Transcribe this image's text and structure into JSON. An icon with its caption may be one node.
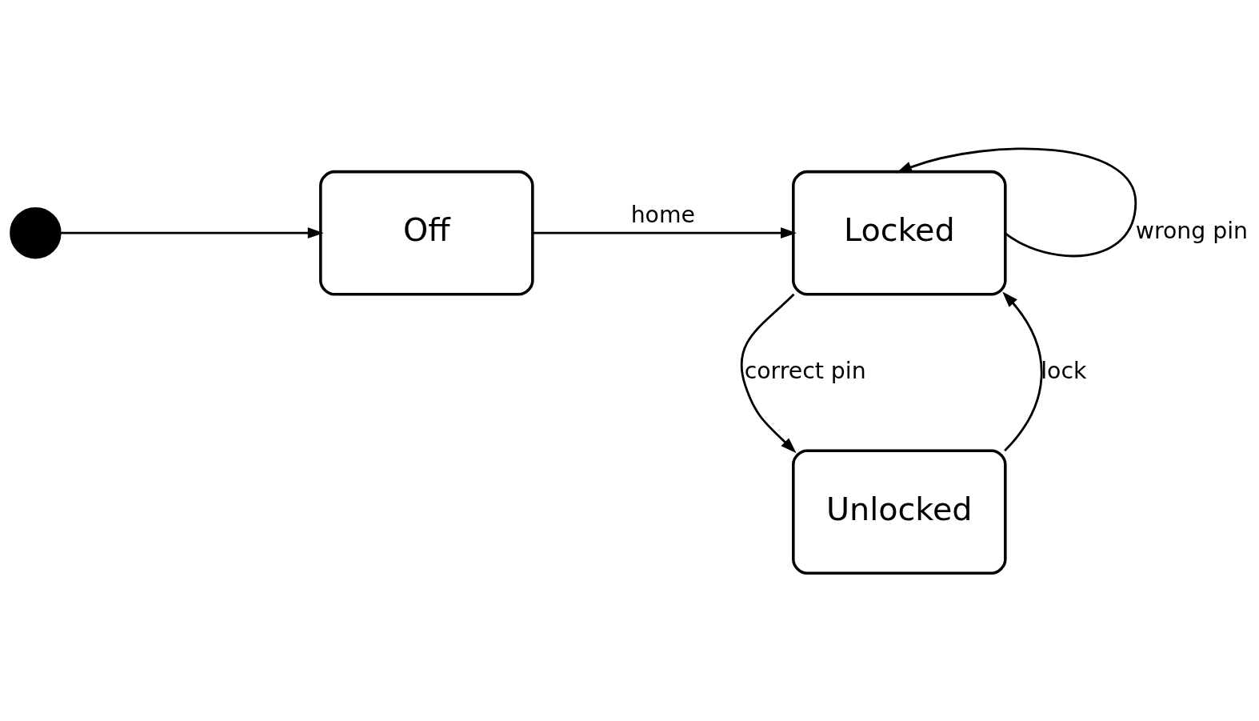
{
  "diagram": {
    "nodes": [
      {
        "text": [],
        "shape": "circle"
      },
      {
        "text": [
          "Off"
        ]
      },
      {
        "text": [
          "Locked"
        ]
      },
      {
        "text": [
          "Unlocked"
        ]
      }
    ],
    "edges": [
      {
        "from": 0,
        "to": 1,
        "arrow": "to"
      },
      {
        "from": 1,
        "to": 2,
        "arrow": "to",
        "label": "home"
      },
      {
        "from": 2,
        "to": 2,
        "arrow": "to",
        "label": "wrong pin"
      },
      {
        "from": 2,
        "to": 3,
        "arrow": "to",
        "label": "correct pin"
      },
      {
        "from": 3,
        "to": 2,
        "arrow": "to",
        "label": "lock"
      }
    ]
  }
}
